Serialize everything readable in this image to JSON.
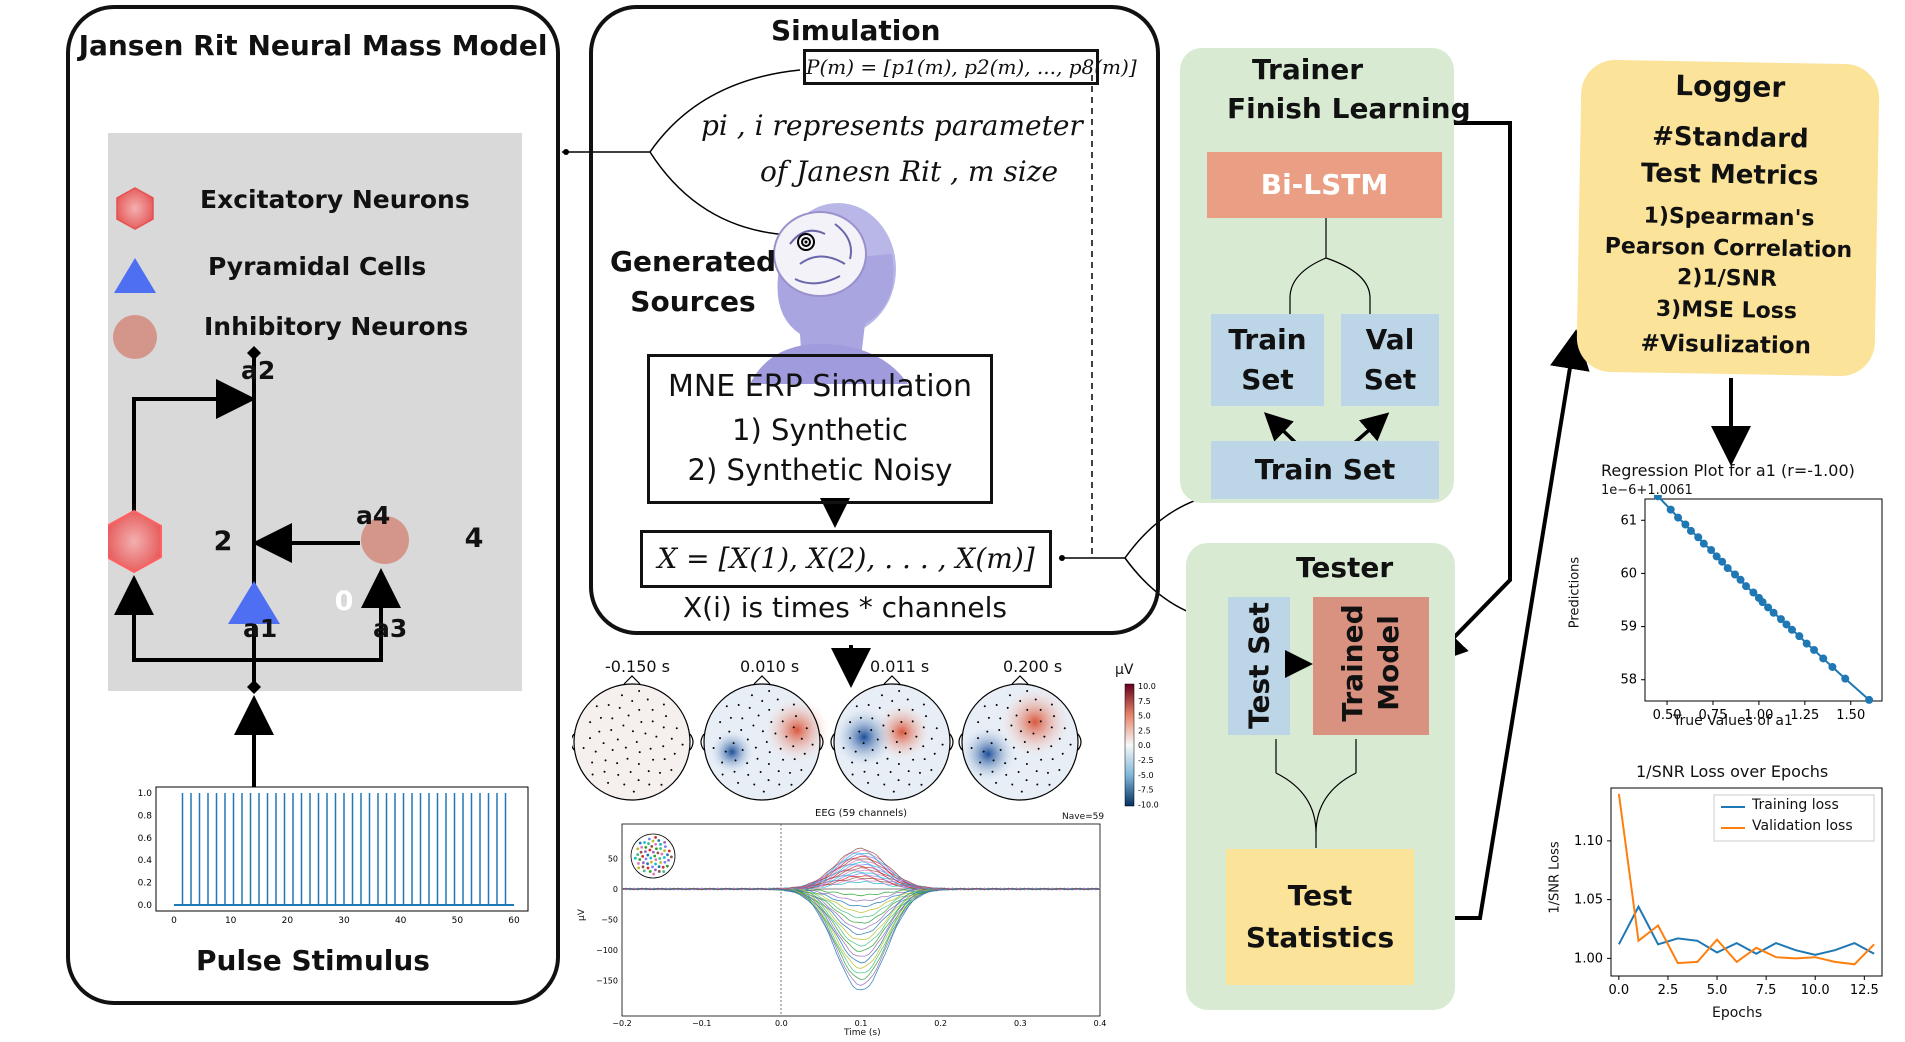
{
  "jansen": {
    "title": "Jansen Rit Neural Mass Model",
    "legend": [
      "Excitatory Neurons",
      "Pyramidal Cells",
      "Inhibitory Neurons"
    ],
    "nodes": {
      "excitatory": "2",
      "pyramidal": "0",
      "inhibitory": "4"
    },
    "edges": {
      "a1": "a1",
      "a2": "a2",
      "a3": "a3",
      "a4": "a4"
    },
    "stimulus_label": "Pulse Stimulus",
    "pulse_yticks": [
      "1.0",
      "0.8",
      "0.6",
      "0.4",
      "0.2",
      "0.0"
    ],
    "pulse_xticks": [
      "0",
      "10",
      "20",
      "30",
      "40",
      "50",
      "60"
    ]
  },
  "simulation": {
    "title": "Simulation",
    "param_formula": "P(m) = [p1(m), p2(m), ..., p8(m)]",
    "param_desc_line1": "pi , i represents parameter",
    "param_desc_line2": "of Janesn Rit , m size",
    "generated_sources": "Generated Sources",
    "mne_title": "MNE ERP Simulation",
    "mne_item1": "1) Synthetic",
    "mne_item2": "2) Synthetic Noisy",
    "x_formula": "X = [X(1), X(2), . . . , X(m)]",
    "x_desc": "X(i) is times * channels"
  },
  "topomaps": {
    "times": [
      "-0.150 s",
      "0.010 s",
      "0.011 s",
      "0.200 s"
    ],
    "colorbar_unit": "μV",
    "colorbar_ticks": [
      "10.0",
      "7.5",
      "5.0",
      "2.5",
      "0.0",
      "-2.5",
      "-5.0",
      "-7.5",
      "-10.0"
    ]
  },
  "eeg": {
    "title": "EEG (59 channels)",
    "nave": "Nave=59",
    "ylabel": "μV",
    "xlabel": "Time (s)",
    "yticks": [
      "50",
      "0",
      "−50",
      "−100",
      "−150"
    ],
    "xticks": [
      "−0.2",
      "−0.1",
      "0.0",
      "0.1",
      "0.2",
      "0.3",
      "0.4"
    ]
  },
  "trainer": {
    "title_line1": "Trainer",
    "title_line2": "Finish Learning",
    "model": "Bi-LSTM",
    "train_set": "Train Set",
    "val_set": "Val Set",
    "train_set_bottom": "Train Set"
  },
  "tester": {
    "title": "Tester",
    "test_set": "Test Set",
    "trained_model": "Trained Model",
    "statistics": "Test Statistics"
  },
  "logger": {
    "title": "Logger",
    "heading": "#Standard Test Metrics",
    "metric1": "1)Spearman's Pearson Correlation",
    "metric2": "2)1/SNR",
    "metric3": "3)MSE Loss",
    "visualization": "#Visulization"
  },
  "chart_data": [
    {
      "type": "scatter",
      "title": "Regression Plot for a1 (r=-1.00)",
      "offset_label": "1e−6+1.0061",
      "xlabel": "True Values of a1",
      "ylabel": "Predictions",
      "xlim": [
        0.38,
        1.67
      ],
      "ylim": [
        57.6,
        61.4
      ],
      "xticks": [
        "0.50",
        "0.75",
        "1.00",
        "1.25",
        "1.50"
      ],
      "yticks": [
        "58",
        "59",
        "60",
        "61"
      ],
      "x": [
        0.45,
        0.52,
        0.56,
        0.6,
        0.63,
        0.67,
        0.7,
        0.74,
        0.77,
        0.8,
        0.83,
        0.87,
        0.9,
        0.93,
        0.97,
        1.0,
        1.02,
        1.05,
        1.08,
        1.12,
        1.15,
        1.18,
        1.22,
        1.26,
        1.3,
        1.35,
        1.4,
        1.47,
        1.6
      ],
      "y": [
        61.45,
        61.2,
        61.05,
        60.92,
        60.8,
        60.68,
        60.56,
        60.44,
        60.32,
        60.22,
        60.1,
        59.98,
        59.88,
        59.76,
        59.64,
        59.54,
        59.46,
        59.36,
        59.26,
        59.14,
        59.04,
        58.94,
        58.82,
        58.68,
        58.56,
        58.4,
        58.24,
        58.02,
        57.62
      ],
      "color": "#1f77b4"
    },
    {
      "type": "line",
      "title": "1/SNR Loss over Epochs",
      "xlabel": "Epochs",
      "ylabel": "1/SNR Loss",
      "xlim": [
        -0.4,
        13.4
      ],
      "ylim": [
        0.985,
        1.145
      ],
      "xticks": [
        "0.0",
        "2.5",
        "5.0",
        "7.5",
        "10.0",
        "12.5"
      ],
      "yticks": [
        "1.00",
        "1.05",
        "1.10"
      ],
      "legend": "top-right",
      "x": [
        0,
        1,
        2,
        3,
        4,
        5,
        6,
        7,
        8,
        9,
        10,
        11,
        12,
        13
      ],
      "series": [
        {
          "name": "Training loss",
          "color": "#1f77b4",
          "values": [
            1.012,
            1.044,
            1.012,
            1.017,
            1.015,
            1.005,
            1.013,
            1.004,
            1.013,
            1.007,
            1.003,
            1.007,
            1.013,
            1.004
          ]
        },
        {
          "name": "Validation loss",
          "color": "#ff7f0e",
          "values": [
            1.14,
            1.015,
            1.028,
            0.996,
            0.997,
            1.016,
            0.997,
            1.009,
            1.001,
            1.0,
            1.001,
            0.997,
            0.995,
            1.012
          ]
        }
      ]
    }
  ]
}
